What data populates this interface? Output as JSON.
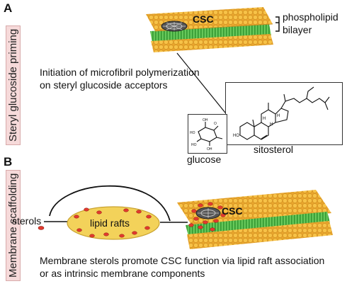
{
  "panel_a": {
    "letter": "A",
    "side_label": "Steryl glucoside priming",
    "csc_label": "CSC",
    "bilayer_label_line1": "phospholipid",
    "bilayer_label_line2": "bilayer",
    "caption_line1": "Initiation of microfibril polymerization",
    "caption_line2": "on steryl glucoside acceptors",
    "glucose_label": "glucose",
    "sitosterol_label": "sitosterol"
  },
  "panel_b": {
    "letter": "B",
    "side_label": "Membrane scaffolding",
    "sterols_label": "sterols",
    "lipid_rafts_label": "lipid rafts",
    "csc_label": "CSC",
    "caption_line1": "Membrane sterols promote CSC function via lipid raft association",
    "caption_line2": "or as intrinsic membrane components"
  },
  "colors": {
    "head_orange": "#f2b33a",
    "tail_green": "#4fb848",
    "raft_yellow": "#f3d25a",
    "sterol_red": "#e23a2e"
  }
}
